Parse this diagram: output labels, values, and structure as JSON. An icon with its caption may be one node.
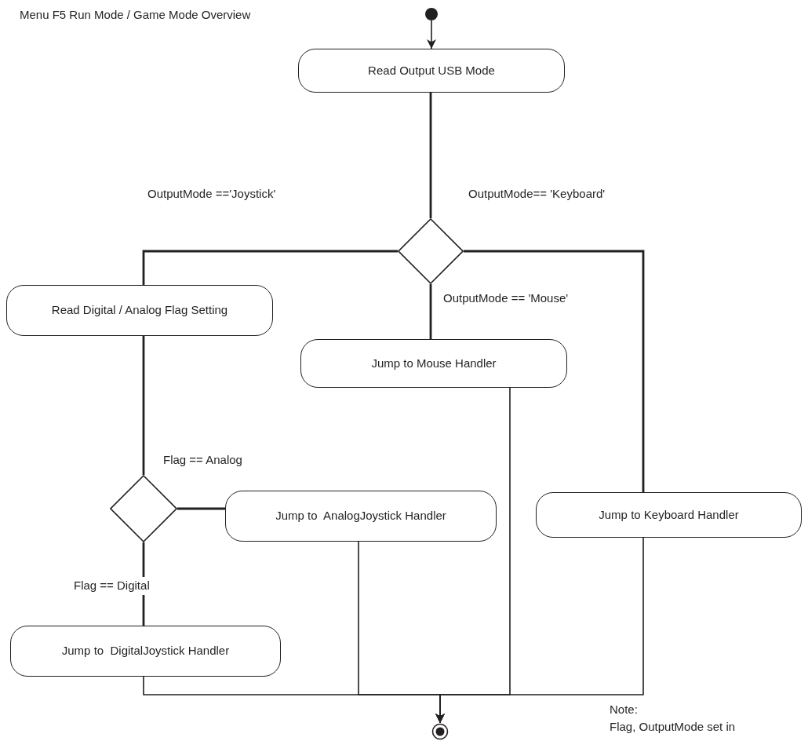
{
  "diagram": {
    "title": "Menu F5 Run Mode / Game Mode Overview",
    "nodes": [
      {
        "text": [],
        "shape": "circle"
      },
      {
        "text": [
          "Read Output USB Mode"
        ]
      },
      {
        "text": [],
        "shape": "diamond"
      },
      {
        "text": [
          "Read Digital / Analog Flag Setting"
        ]
      },
      {
        "text": [
          "Jump to Mouse Handler"
        ]
      },
      {
        "text": [],
        "shape": "diamond"
      },
      {
        "text": [
          "Jump to  AnalogJoystick Handler"
        ]
      },
      {
        "text": [
          "Jump to Keyboard Handler"
        ]
      },
      {
        "text": [
          "Jump to  DigitalJoystick Handler"
        ]
      },
      {
        "text": [],
        "shape": "circle"
      }
    ],
    "edges": [
      {
        "from": 0,
        "to": 1,
        "arrow": "to"
      },
      {
        "from": 1,
        "to": 2,
        "arrow": "none"
      },
      {
        "from": 2,
        "to": 3,
        "arrow": "none",
        "label": "OutputMode =='Joystick'"
      },
      {
        "from": 2,
        "to": 7,
        "arrow": "none",
        "label": "OutputMode== 'Keyboard'"
      },
      {
        "from": 2,
        "to": 4,
        "arrow": "none",
        "label": "OutputMode == 'Mouse'"
      },
      {
        "from": 3,
        "to": 5,
        "arrow": "none"
      },
      {
        "from": 5,
        "to": 8,
        "arrow": "none",
        "label": "Flag == Digital"
      },
      {
        "from": 5,
        "to": 6,
        "arrow": "none",
        "label": "Flag == Analog"
      },
      {
        "from": 4,
        "to": 9,
        "arrow": "to"
      },
      {
        "from": 6,
        "to": 9,
        "arrow": "to"
      },
      {
        "from": 7,
        "to": 9,
        "arrow": "to"
      },
      {
        "from": 8,
        "to": 9,
        "arrow": "to"
      }
    ],
    "labels": [
      "Note:",
      "Flag, OutputMode set in"
    ]
  }
}
